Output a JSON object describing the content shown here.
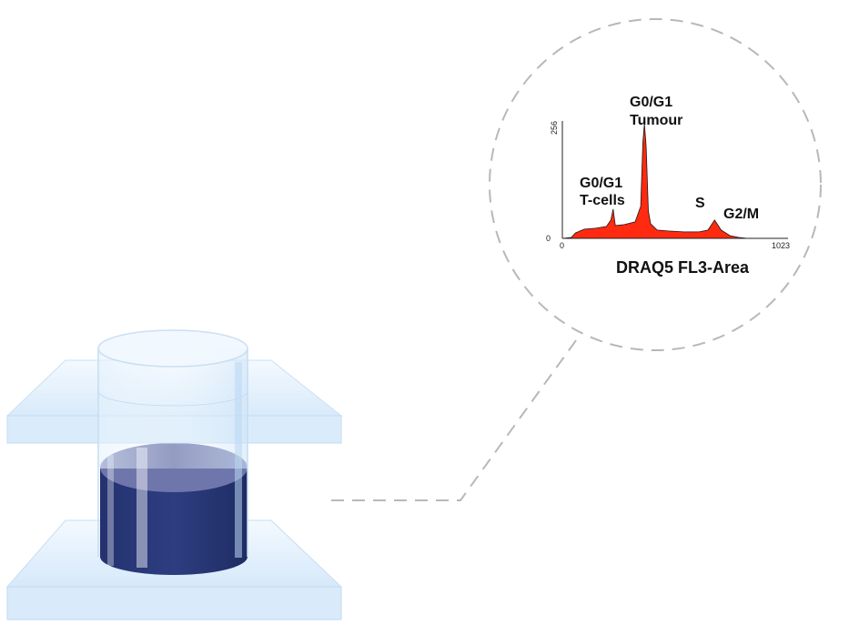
{
  "histogram": {
    "y_top_tick": "256",
    "y_bottom_tick": "0",
    "x_left_tick": "0",
    "x_right_tick": "1023",
    "xlabel": "DRAQ5 FL3-Area",
    "peak_labels": {
      "tumour_line1": "G0/G1",
      "tumour_line2": "Tumour",
      "tcell_line1": "G0/G1",
      "tcell_line2": "T-cells",
      "s_phase": "S",
      "g2m": "G2/M"
    },
    "fill_color": "#ff2a10"
  },
  "chart_data": {
    "type": "area",
    "xlabel": "DRAQ5 FL3-Area",
    "ylabel": "",
    "xlim": [
      0,
      1023
    ],
    "ylim": [
      0,
      256
    ],
    "x": [
      0,
      40,
      60,
      100,
      150,
      200,
      220,
      230,
      240,
      280,
      330,
      355,
      365,
      372,
      380,
      390,
      400,
      430,
      480,
      550,
      620,
      660,
      690,
      720,
      760,
      800,
      840,
      1023
    ],
    "values": [
      0,
      2,
      12,
      20,
      22,
      26,
      40,
      64,
      28,
      30,
      36,
      70,
      210,
      250,
      200,
      60,
      32,
      18,
      16,
      14,
      14,
      18,
      40,
      18,
      6,
      2,
      0,
      0
    ],
    "annotations": [
      "G0/G1 T-cells",
      "G0/G1 Tumour",
      "S",
      "G2/M"
    ]
  },
  "colors": {
    "callout_stroke": "#b8b8b8",
    "slide_fill": "#dfeefb",
    "slide_edge": "#bcd9f2",
    "liquid": "#2b3a78",
    "liquid_top": "#6f77ad"
  }
}
